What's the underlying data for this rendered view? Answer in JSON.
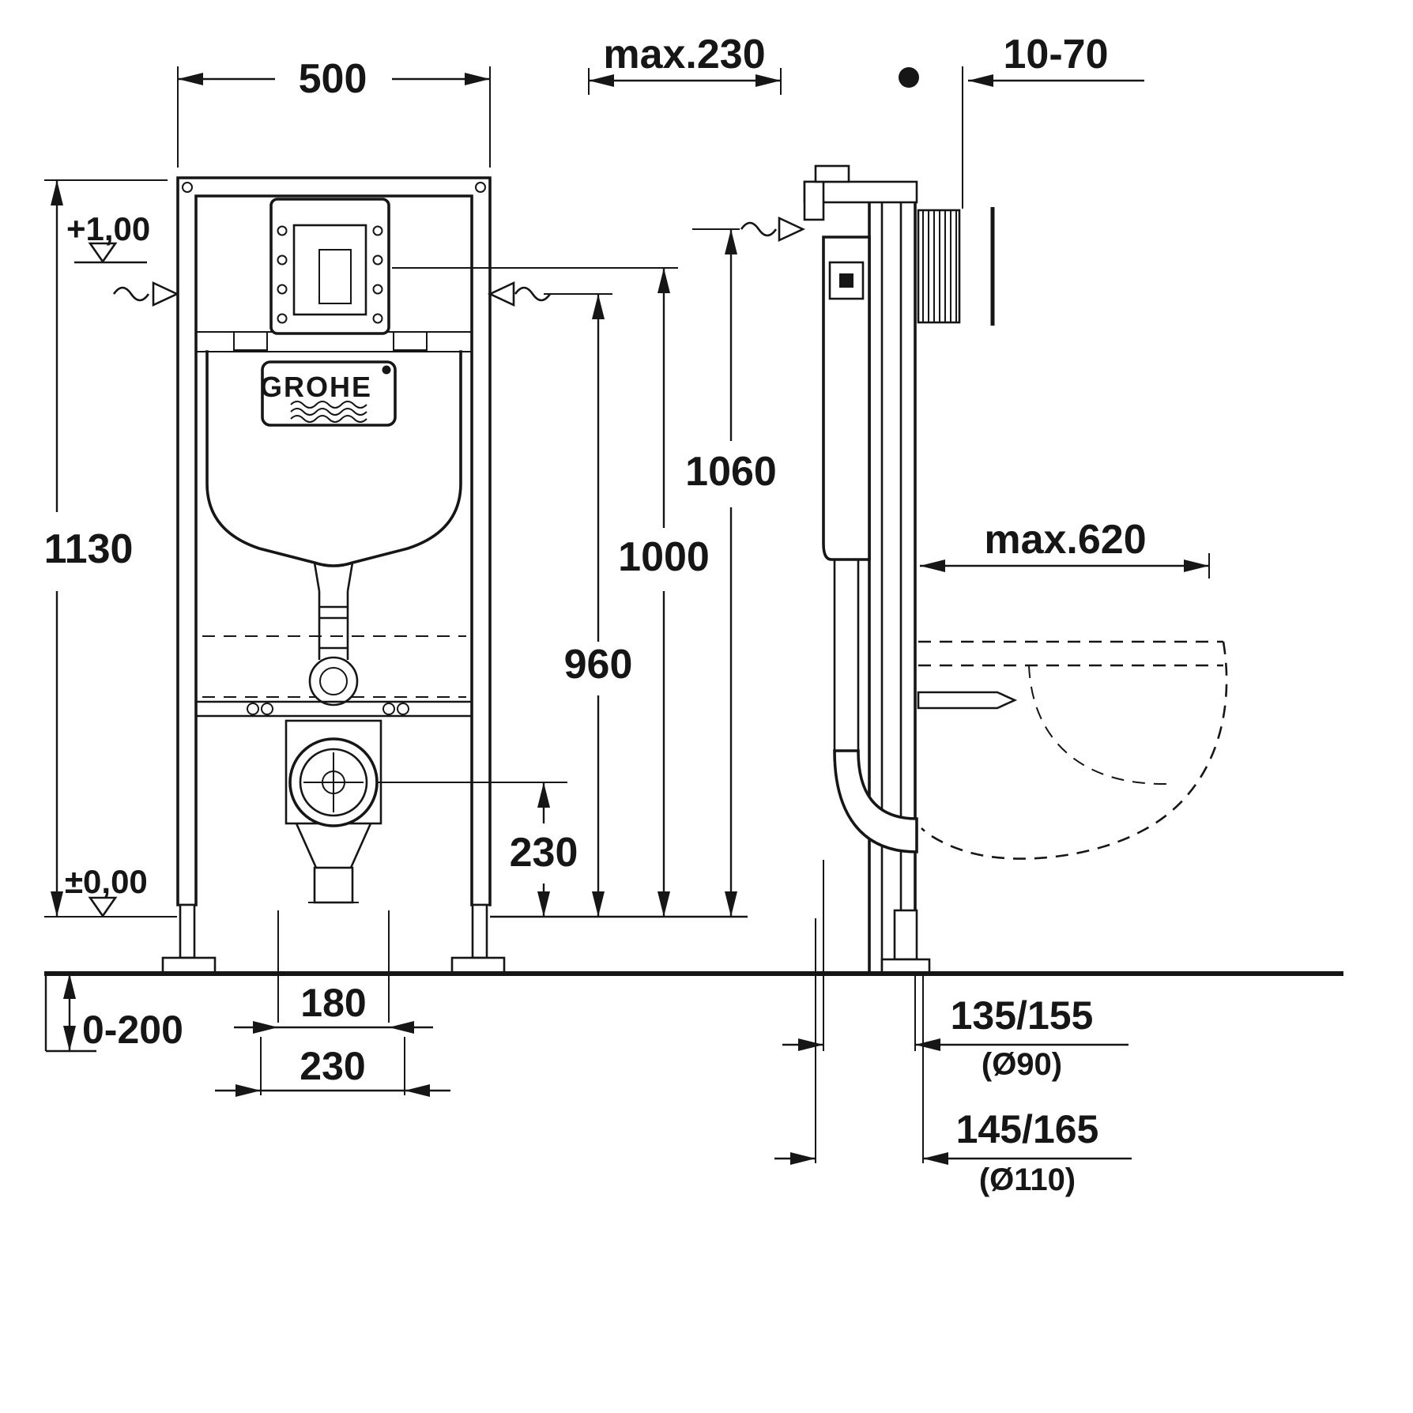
{
  "drawing": {
    "brand": "GROHE",
    "front": {
      "width": "500",
      "height": "1130",
      "level_plus": "+1,00",
      "level_zero": "±0,00",
      "supply_height": "1060",
      "actuation_height": "1000",
      "inlet_height": "960",
      "drain_center_height": "230",
      "foot_adjust": "0-200",
      "outlet_width": "180",
      "fixing_spacing": "230"
    },
    "side": {
      "max_depth": "max.230",
      "wall_thickness": "10-70",
      "max_bowl_depth": "max.620",
      "offset_d90": "135/155",
      "dia_90": "(Ø90)",
      "offset_d110": "145/165",
      "dia_110": "(Ø110)"
    }
  }
}
